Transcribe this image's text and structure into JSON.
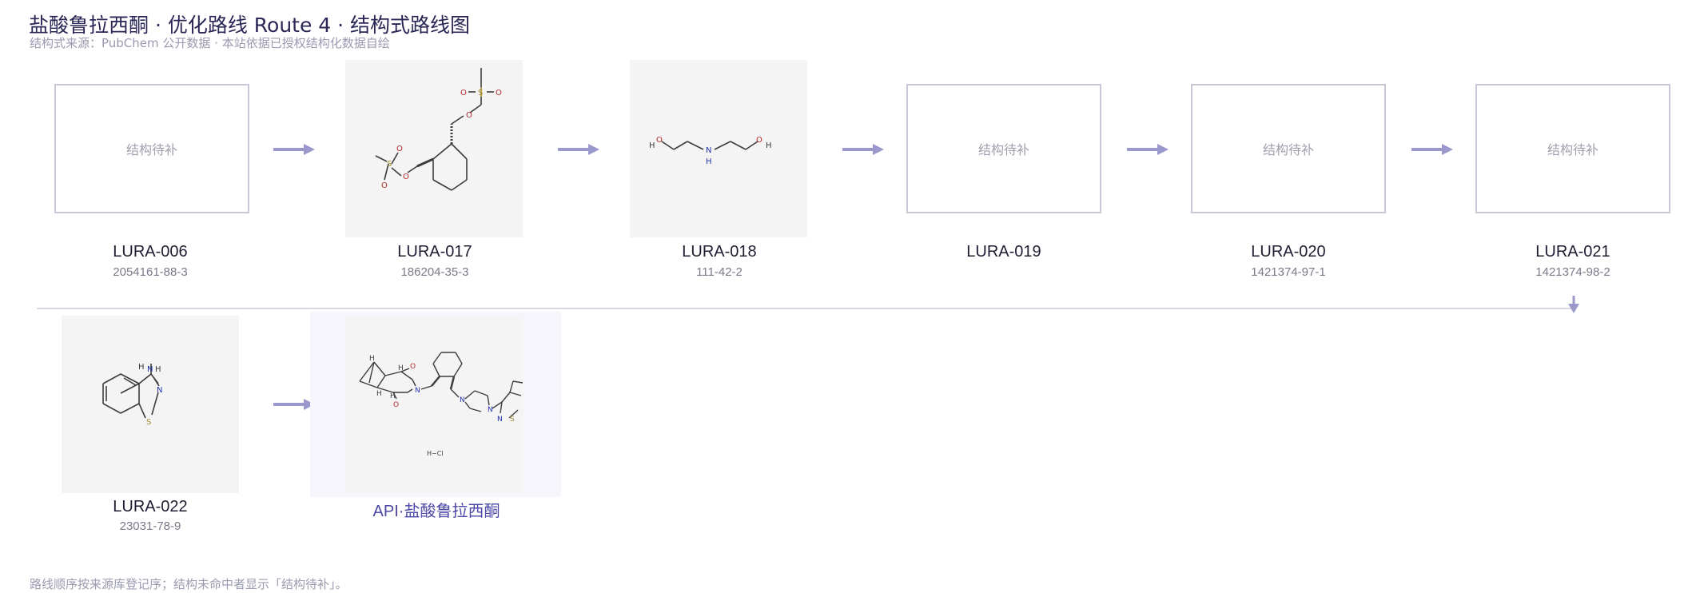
{
  "header": {
    "title": "盐酸鲁拉西酮 · 优化路线 Route 4 · 结构式路线图",
    "subtitle": "结构式来源：PubChem 公开数据 · 本站依据已授权结构化数据自绘"
  },
  "route": {
    "nodes": [
      {
        "code": "LURA-006",
        "cas": "2054161-88-3",
        "structure": "placeholder",
        "placeholder_text": "结构待补"
      },
      {
        "code": "LURA-017",
        "cas": "186204-35-3",
        "structure": "image"
      },
      {
        "code": "LURA-018",
        "cas": "111-42-2",
        "structure": "image"
      },
      {
        "code": "LURA-019",
        "cas": "",
        "structure": "placeholder",
        "placeholder_text": "结构待补"
      },
      {
        "code": "LURA-020",
        "cas": "1421374-97-1",
        "structure": "placeholder",
        "placeholder_text": "结构待补"
      },
      {
        "code": "LURA-021",
        "cas": "1421374-98-2",
        "structure": "placeholder",
        "placeholder_text": "结构待补"
      },
      {
        "code": "LURA-022",
        "cas": "23031-78-9",
        "structure": "image"
      },
      {
        "code": "API·盐酸鲁拉西酮",
        "cas": "",
        "structure": "image",
        "is_api": true
      }
    ],
    "atom_labels": {
      "oxygen": "O",
      "sulfur": "S",
      "nitrogen": "N",
      "hydrogen": "H",
      "salt": "H−Cl"
    }
  },
  "footer": {
    "note": "路线顺序按来源库登记序；结构未命中者显示「结构待补」。"
  },
  "colors": {
    "accent": "#9b98cc",
    "title": "#2a2756",
    "api_label": "#4b47a6",
    "placeholder_border": "#c8c8d8",
    "structure_bg": "#f4f4f5",
    "oxygen": "#b22a2a",
    "nitrogen": "#2233aa",
    "sulfur": "#a08a2a"
  }
}
